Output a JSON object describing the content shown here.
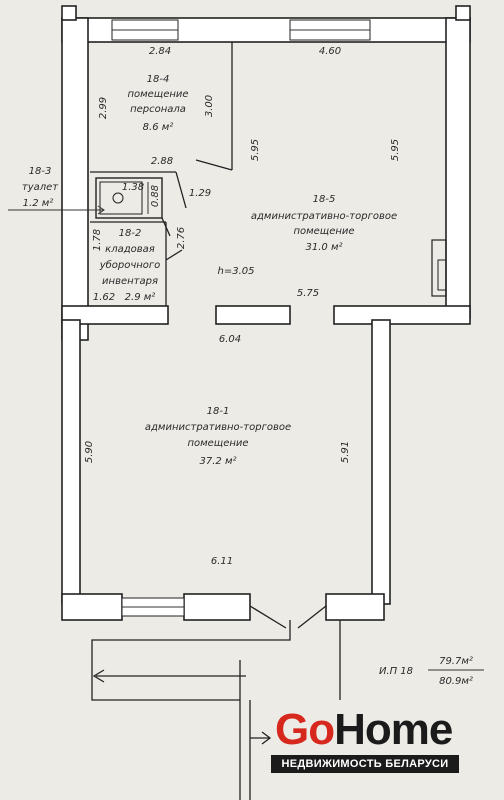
{
  "rooms": {
    "r18_4": {
      "id": "18-4",
      "name1": "помещение",
      "name2": "персонала",
      "area": "8.6 м²"
    },
    "r18_5": {
      "id": "18-5",
      "name1": "административно-торговое",
      "name2": "помещение",
      "area": "31.0 м²"
    },
    "r18_3": {
      "id": "18-3",
      "name1": "туалет",
      "area": "1.2 м²"
    },
    "r18_2": {
      "id": "18-2",
      "name1": "кладовая",
      "name2": "уборочного",
      "name3": "инвентаря",
      "area": "2.9 м²"
    },
    "r18_1": {
      "id": "18-1",
      "name1": "административно-торговое",
      "name2": "помещение",
      "area": "37.2 м²"
    }
  },
  "dims": {
    "d284": "2.84",
    "d460": "4.60",
    "d299": "2.99",
    "d300": "3.00",
    "d595a": "5.95",
    "d595b": "5.95",
    "d288": "2.88",
    "d138": "1.38",
    "d088": "0.88",
    "d129": "1.29",
    "d178": "1.78",
    "d276": "2.76",
    "d162": "1.62",
    "h": "h=3.05",
    "d575": "5.75",
    "d604": "6.04",
    "d590": "5.90",
    "d591": "5.91",
    "d611": "6.11"
  },
  "totals": {
    "unit": "И.П 18",
    "area1": "79.7м²",
    "area2": "80.9м²"
  },
  "logo": {
    "go": "Go",
    "home": "Home",
    "tagline": "НЕДВИЖИМОСТЬ БЕЛАРУСИ"
  }
}
